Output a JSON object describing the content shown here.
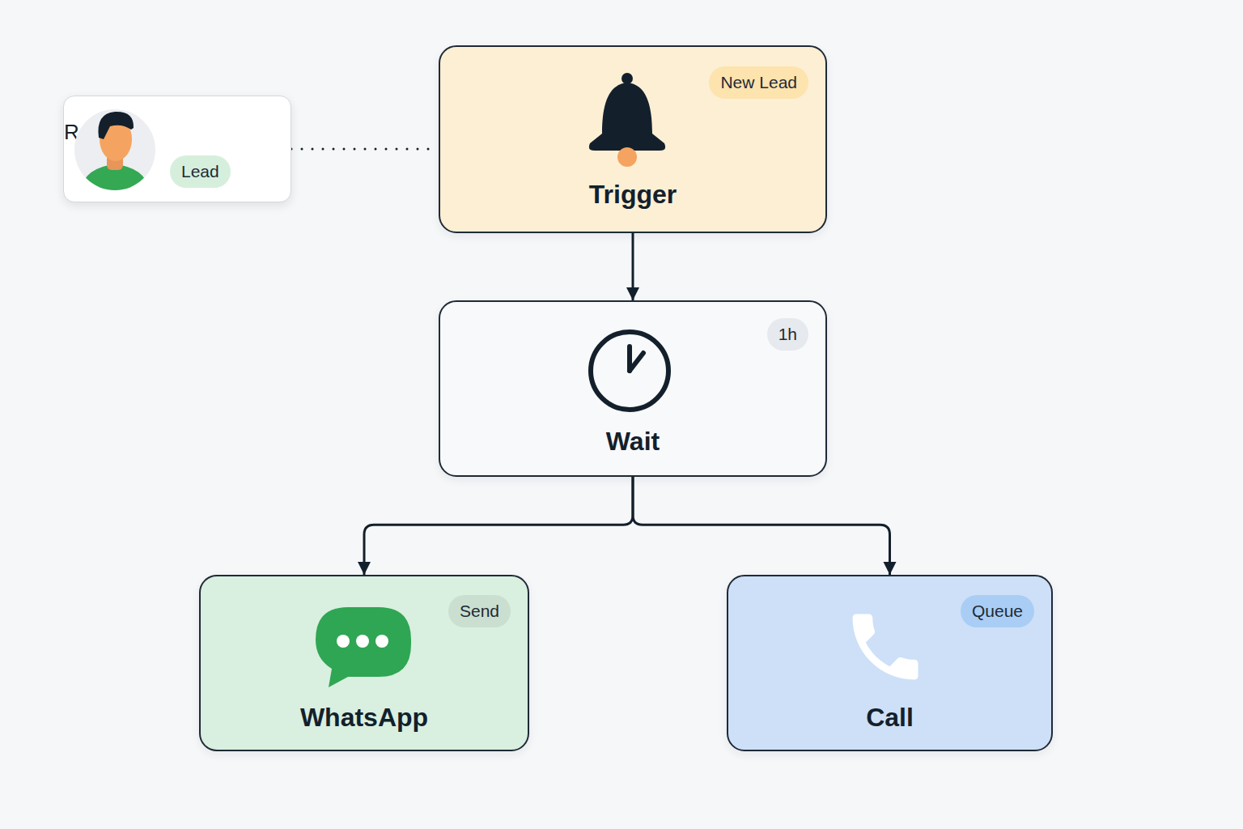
{
  "diagram": {
    "nodes": [
      {
        "text": [
          "Rohit S.",
          "Lead"
        ]
      },
      {
        "text": [
          "Trigger",
          "New Lead"
        ]
      },
      {
        "text": [
          "Wait",
          "1h"
        ]
      },
      {
        "text": [
          "WhatsApp",
          "Send"
        ]
      },
      {
        "text": [
          "Call",
          "Queue"
        ]
      }
    ],
    "edges": [
      {
        "from": 0,
        "to": 1,
        "arrow": "none"
      },
      {
        "from": 1,
        "to": 2,
        "arrow": "to"
      },
      {
        "from": 2,
        "to": 3,
        "arrow": "to"
      },
      {
        "from": 2,
        "to": 4,
        "arrow": "to"
      }
    ]
  }
}
